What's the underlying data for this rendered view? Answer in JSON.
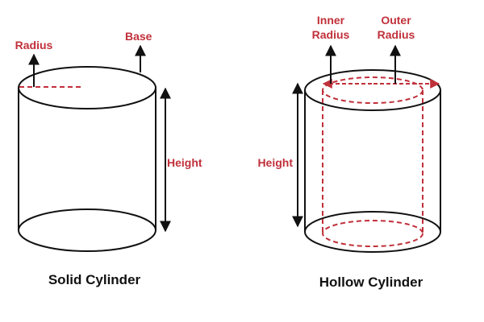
{
  "solid": {
    "caption": "Solid Cylinder",
    "radius_label": "Radius",
    "base_label": "Base",
    "height_label": "Height"
  },
  "hollow": {
    "caption": "Hollow Cylinder",
    "inner_label_line1": "Inner",
    "inner_label_line2": "Radius",
    "outer_label_line1": "Outer",
    "outer_label_line2": "Radius",
    "height_label": "Height"
  },
  "colors": {
    "outline": "#111111",
    "accent": "#c0303a",
    "background": "#ffffff"
  }
}
